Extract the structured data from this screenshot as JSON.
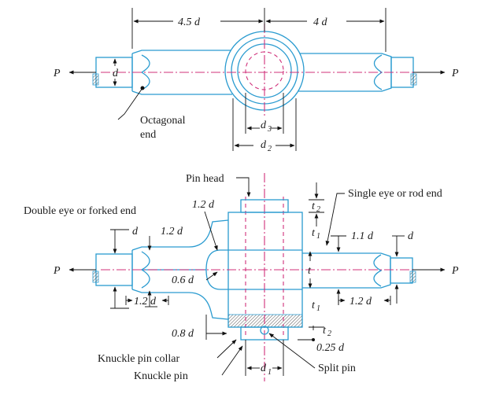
{
  "top_view": {
    "dims": {
      "left_len": "4.5 d",
      "right_len": "4 d",
      "d": "d",
      "d3": "d",
      "d3_sub": "3",
      "d2": "d",
      "d2_sub": "2"
    },
    "force_left": "P",
    "force_right": "P",
    "octagonal_line1": "Octagonal",
    "octagonal_line2": "end"
  },
  "bottom_view": {
    "pin_head": "Pin head",
    "double_eye": "Double eye or forked end",
    "single_eye": "Single eye or rod end",
    "dim_12d_top": "1.2 d",
    "dim_d_left": "d",
    "dim_12d_left": "1.2 d",
    "dim_06d": "0.6 d",
    "dim_12d_bl": "1.2 d",
    "dim_08d": "0.8 d",
    "dim_t2_top": "t",
    "t2_sub": "2",
    "dim_t1_top": "t",
    "t1_sub": "1",
    "dim_t": "t",
    "dim_t1_bot": "t",
    "dim_t2_bot": "t",
    "dim_11d": "1.1 d",
    "dim_d_right": "d",
    "dim_12d_br": "1.2 d",
    "dim_025d": "0.25 d",
    "dim_d1": "d",
    "d1_sub": "1",
    "force_left": "P",
    "force_right": "P",
    "knuckle_collar": "Knuckle pin collar",
    "knuckle_pin": "Knuckle pin",
    "split_pin": "Split pin"
  },
  "colors": {
    "outline": "#2a9bd0",
    "centerline": "#d0307a",
    "dimension": "#111111"
  }
}
